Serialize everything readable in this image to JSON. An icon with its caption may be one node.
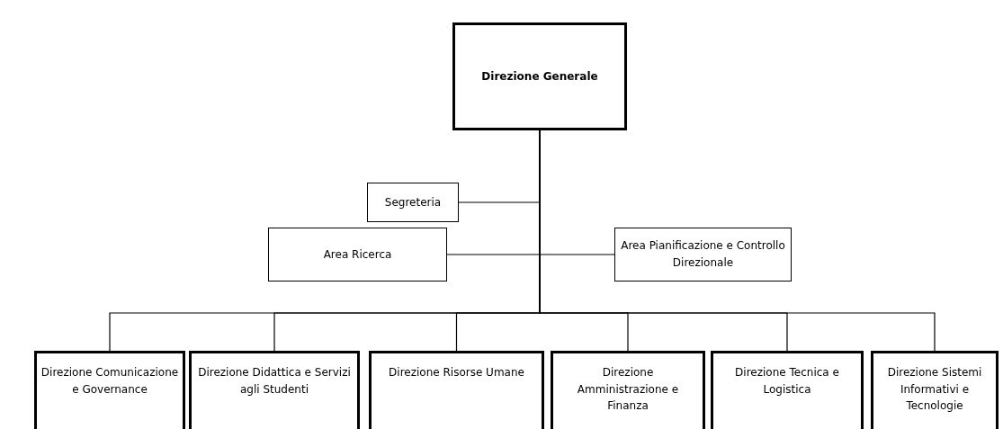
{
  "diagram": {
    "nodes": [
      {
        "text": [
          "Direzione Generale"
        ]
      },
      {
        "text": [
          "Segreteria"
        ]
      },
      {
        "text": [
          "Area Ricerca"
        ]
      },
      {
        "text": [
          "Area Pianificazione e Controllo Direzionale"
        ]
      },
      {
        "text": [
          "Direzione Comunicazione e Governance"
        ]
      },
      {
        "text": [
          "Direzione Didattica e Servizi agli Studenti"
        ]
      },
      {
        "text": [
          "Direzione Risorse Umane"
        ]
      },
      {
        "text": [
          "Direzione Amministrazione e Finanza"
        ]
      },
      {
        "text": [
          "Direzione Tecnica e Logistica"
        ]
      },
      {
        "text": [
          "Direzione Sistemi Informativi e Tecnologie"
        ]
      }
    ],
    "edges": [
      {
        "from": 0,
        "to": 1,
        "arrow": "none"
      },
      {
        "from": 0,
        "to": 2,
        "arrow": "none"
      },
      {
        "from": 0,
        "to": 3,
        "arrow": "none"
      },
      {
        "from": 0,
        "to": 4,
        "arrow": "none"
      },
      {
        "from": 0,
        "to": 5,
        "arrow": "none"
      },
      {
        "from": 0,
        "to": 6,
        "arrow": "none"
      },
      {
        "from": 0,
        "to": 7,
        "arrow": "none"
      },
      {
        "from": 0,
        "to": 8,
        "arrow": "none"
      },
      {
        "from": 0,
        "to": 9,
        "arrow": "none"
      }
    ]
  }
}
